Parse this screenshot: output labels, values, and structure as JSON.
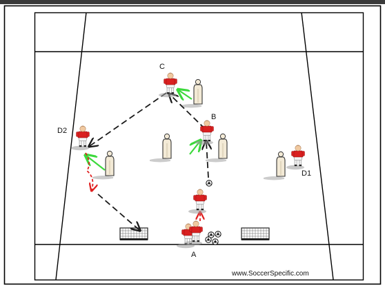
{
  "diagram": {
    "labels": {
      "player_a": "A",
      "player_b": "B",
      "player_c": "C",
      "player_d1": "D1",
      "player_d2": "D2"
    },
    "watermark": "www.SoccerSpecific.com",
    "icons": {
      "player": "player-icon",
      "mannequin": "mannequin-icon",
      "ball": "soccer-ball-icon",
      "goal": "mini-goal-icon"
    },
    "colors": {
      "pass_arrow": "#1a1a1a",
      "movement_arrow": "#3cd93c",
      "dribble_arrow": "#e02020",
      "shirt": "#d92020",
      "mannequin": "#f3ead6"
    }
  }
}
